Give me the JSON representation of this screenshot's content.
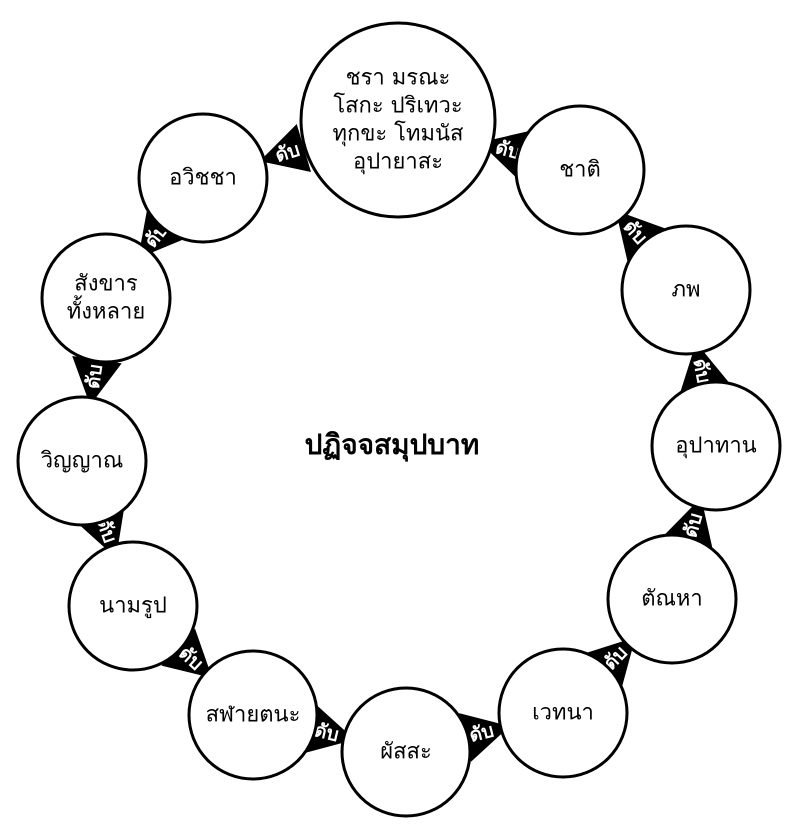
{
  "title": "ปฏิจจสมุปบาท",
  "arrow_label": "ดับ",
  "colors": {
    "stroke": "#000000",
    "fill": "#ffffff",
    "arrow": "#000000",
    "arrow_text": "#ffffff"
  },
  "nodes": [
    {
      "id": "jara-marana",
      "lines": [
        "ชรา มรณะ",
        "โสกะ ปริเทวะ",
        "ทุกขะ โทมนัส",
        "อุปายาสะ"
      ]
    },
    {
      "id": "chati",
      "lines": [
        "ชาติ"
      ]
    },
    {
      "id": "phop",
      "lines": [
        "ภพ"
      ]
    },
    {
      "id": "upathan",
      "lines": [
        "อุปาทาน"
      ]
    },
    {
      "id": "tanha",
      "lines": [
        "ตัณหา"
      ]
    },
    {
      "id": "wethana",
      "lines": [
        "เวทนา"
      ]
    },
    {
      "id": "phassa",
      "lines": [
        "ผัสสะ"
      ]
    },
    {
      "id": "salayatana",
      "lines": [
        "สฬายตนะ"
      ]
    },
    {
      "id": "namarupa",
      "lines": [
        "นามรูป"
      ]
    },
    {
      "id": "vinnana",
      "lines": [
        "วิญญาณ"
      ]
    },
    {
      "id": "sankhara",
      "lines": [
        "สังขาร",
        "ทั้งหลาย"
      ]
    },
    {
      "id": "avijja",
      "lines": [
        "อวิชชา"
      ]
    }
  ]
}
